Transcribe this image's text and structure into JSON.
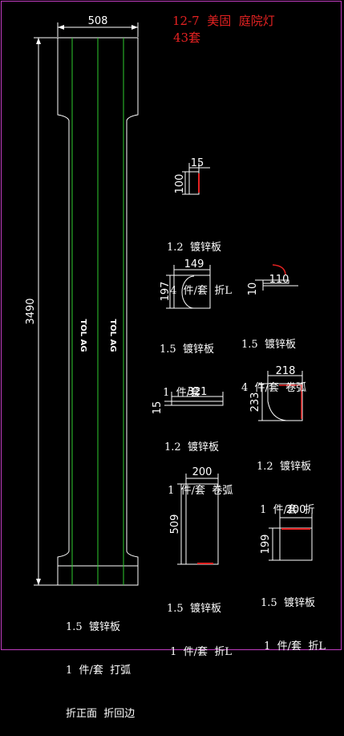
{
  "title": {
    "line1": "12-7  美固  庭院灯",
    "line2": "43套"
  },
  "main": {
    "dim_width": "508",
    "dim_height": "3490",
    "vertical_text": "TOL AG",
    "note": [
      "1.5  镀锌板",
      "1  件/套  打弧",
      "折正面  折回边"
    ]
  },
  "parts": [
    {
      "dims": [
        "15",
        "100"
      ],
      "note": [
        "1.2  镀锌板",
        " 4  件/套  折L"
      ]
    },
    {
      "dims": [
        "149",
        "197"
      ],
      "note": [
        "1.5  镀锌板",
        " 1  件/套"
      ]
    },
    {
      "dims": [
        "110",
        "10"
      ],
      "note": [
        "1.5  镀锌板",
        "4  件/套  卷弧"
      ]
    },
    {
      "dims": [
        "321",
        "15"
      ],
      "note": [
        "1.2  镀锌板",
        " 1  件/套  卷弧"
      ]
    },
    {
      "dims": [
        "218",
        "233"
      ],
      "note": [
        "1.2  镀锌板",
        " 1  件/套  折"
      ]
    },
    {
      "dims": [
        "200",
        "509"
      ],
      "note": [
        "1.5  镀锌板",
        " 1  件/套  折L"
      ]
    },
    {
      "dims": [
        "200",
        "199"
      ],
      "note": [
        "1.5  镀锌板",
        " 1  件/套  折L"
      ]
    }
  ],
  "colors": {
    "line": "#ffffff",
    "accent": "#e52222",
    "center": "#2ecc2e",
    "frame": "#c03cc0"
  }
}
